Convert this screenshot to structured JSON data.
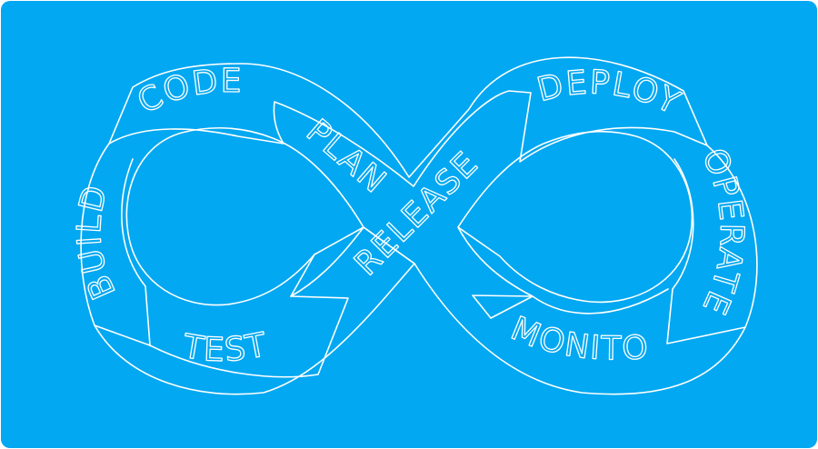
{
  "diagram": {
    "background_color": "#02a8f1",
    "line_color": "#ffffff",
    "stages": {
      "code": "CODE",
      "plan": "PLAN",
      "release": "RELEASE",
      "deploy": "DEPLOY",
      "operate": "OPERATE",
      "monitor": "MONITOR",
      "test": "TEST",
      "build": "BUILD"
    }
  }
}
